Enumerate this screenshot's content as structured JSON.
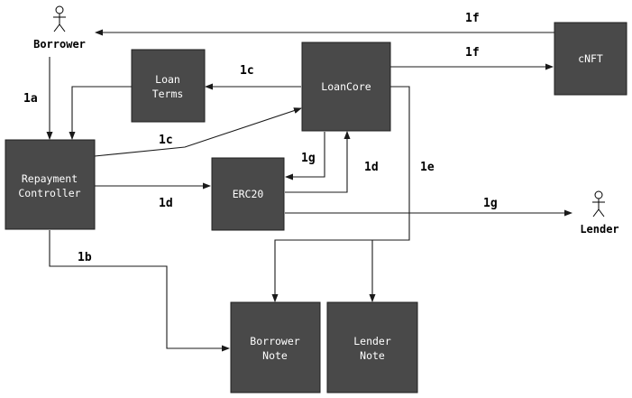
{
  "nodes": {
    "loan_terms": [
      "Loan",
      "Terms"
    ],
    "loan_core": [
      "LoanCore"
    ],
    "cnft": [
      "cNFT"
    ],
    "repayment_controller": [
      "Repayment",
      "Controller"
    ],
    "erc20": [
      "ERC20"
    ],
    "borrower_note": [
      "Borrower",
      "Note"
    ],
    "lender_note": [
      "Lender",
      "Note"
    ]
  },
  "actors": {
    "borrower": "Borrower",
    "lender": "Lender"
  },
  "edges": {
    "cnft_to_borrower": "1f",
    "loancore_to_cnft": "1f",
    "loancore_to_loanterms": "1c",
    "borrower_to_repayment": "1a",
    "repayment_to_loancore": "1c",
    "erc20_to_loancore": "1d",
    "loancore_to_erc20": "1g",
    "repayment_to_erc20": "1d",
    "loancore_to_notes": "1e",
    "erc20_to_lender": "1g",
    "repayment_to_borrower_note": "1b"
  },
  "colors": {
    "box_fill": "#494949",
    "box_text": "#ffffff",
    "edge": "#1a1a1a"
  }
}
